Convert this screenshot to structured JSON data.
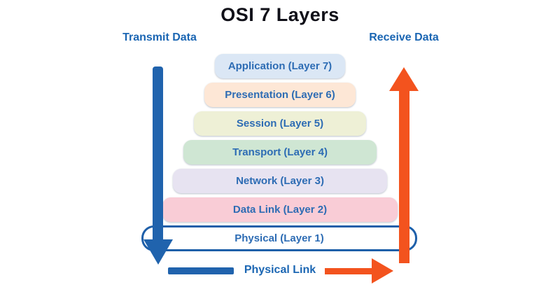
{
  "title": "OSI 7 Layers",
  "flow_labels": {
    "transmit": "Transmit Data",
    "receive": "Receive Data",
    "physical_link": "Physical Link"
  },
  "layers": [
    {
      "name": "Application",
      "number": 7,
      "label": "Application (Layer 7)",
      "fill": "#dbe7f5"
    },
    {
      "name": "Presentation",
      "number": 6,
      "label": "Presentation (Layer 6)",
      "fill": "#fde7d6"
    },
    {
      "name": "Session",
      "number": 5,
      "label": "Session (Layer 5)",
      "fill": "#eef0d6"
    },
    {
      "name": "Transport",
      "number": 4,
      "label": "Transport (Layer 4)",
      "fill": "#cfe6d3"
    },
    {
      "name": "Network",
      "number": 3,
      "label": "Network (Layer 3)",
      "fill": "#e7e3f1"
    },
    {
      "name": "Data Link",
      "number": 2,
      "label": "Data Link (Layer 2)",
      "fill": "#f9ccd6"
    },
    {
      "name": "Physical",
      "number": 1,
      "label": "Physical (Layer 1)",
      "fill": "#ffffff",
      "border": "#1e5fa9"
    }
  ],
  "colors": {
    "transmit_arrow_blue": "#2063ad",
    "receive_arrow_orange": "#f3531e",
    "flow_label_text": "#1b66b3",
    "layer_text": "#2d6cb4",
    "title_text": "#101018"
  }
}
